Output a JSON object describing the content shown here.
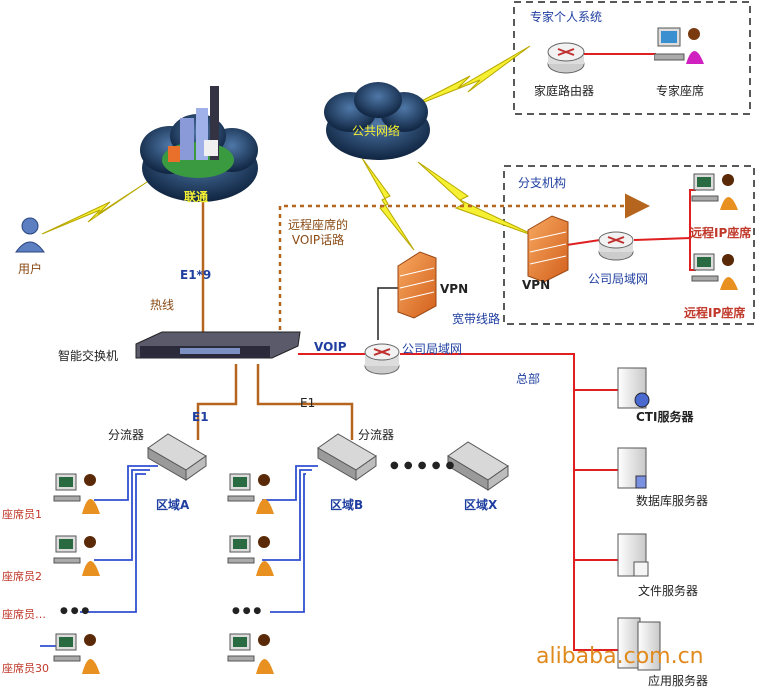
{
  "groups": {
    "expert": "专家个人系统",
    "branch": "分支机构",
    "hq": "总部"
  },
  "nodes": {
    "home_router": "家庭路由器",
    "expert_seat": "专家座席",
    "public_network": "公共网络",
    "unicom": "联通",
    "user": "用户",
    "remote_ip_seat_1": "远程IP座席",
    "remote_ip_seat_2": "远程IP座席",
    "branch_vpn": "VPN",
    "branch_lan": "公司局域网",
    "hq_vpn": "VPN",
    "smart_switch": "智能交换机",
    "hq_lan": "公司局域网",
    "cti_server": "CTI服务器",
    "db_server": "数据库服务器",
    "file_server": "文件服务器",
    "app_server": "应用服务器",
    "splitter_a": "分流器",
    "splitter_b": "分流器",
    "zone_a": "区域A",
    "zone_b": "区域B",
    "zone_x": "区域X",
    "agent_1": "座席员1",
    "agent_2": "座席员2",
    "agent_more": "座席员…",
    "agent_30": "座席员30"
  },
  "links": {
    "e1x9": "E1*9",
    "hotline": "热线",
    "voip_path": "远程座席的\nVOIP话路",
    "broadband": "宽带线路",
    "voip": "VOIP",
    "e1_a": "E1",
    "e1_b": "E1",
    "dots_more": "● ● ● ● ●",
    "dots_a": "● ● ●",
    "dots_b": "● ● ●"
  },
  "watermark": "alibaba.com.cn",
  "colors": {
    "link_red": "#e02020",
    "link_brown": "#b5651d",
    "link_blue": "#3050d0",
    "lightning": "#f5f032",
    "cloud": "#1e3a5f"
  }
}
